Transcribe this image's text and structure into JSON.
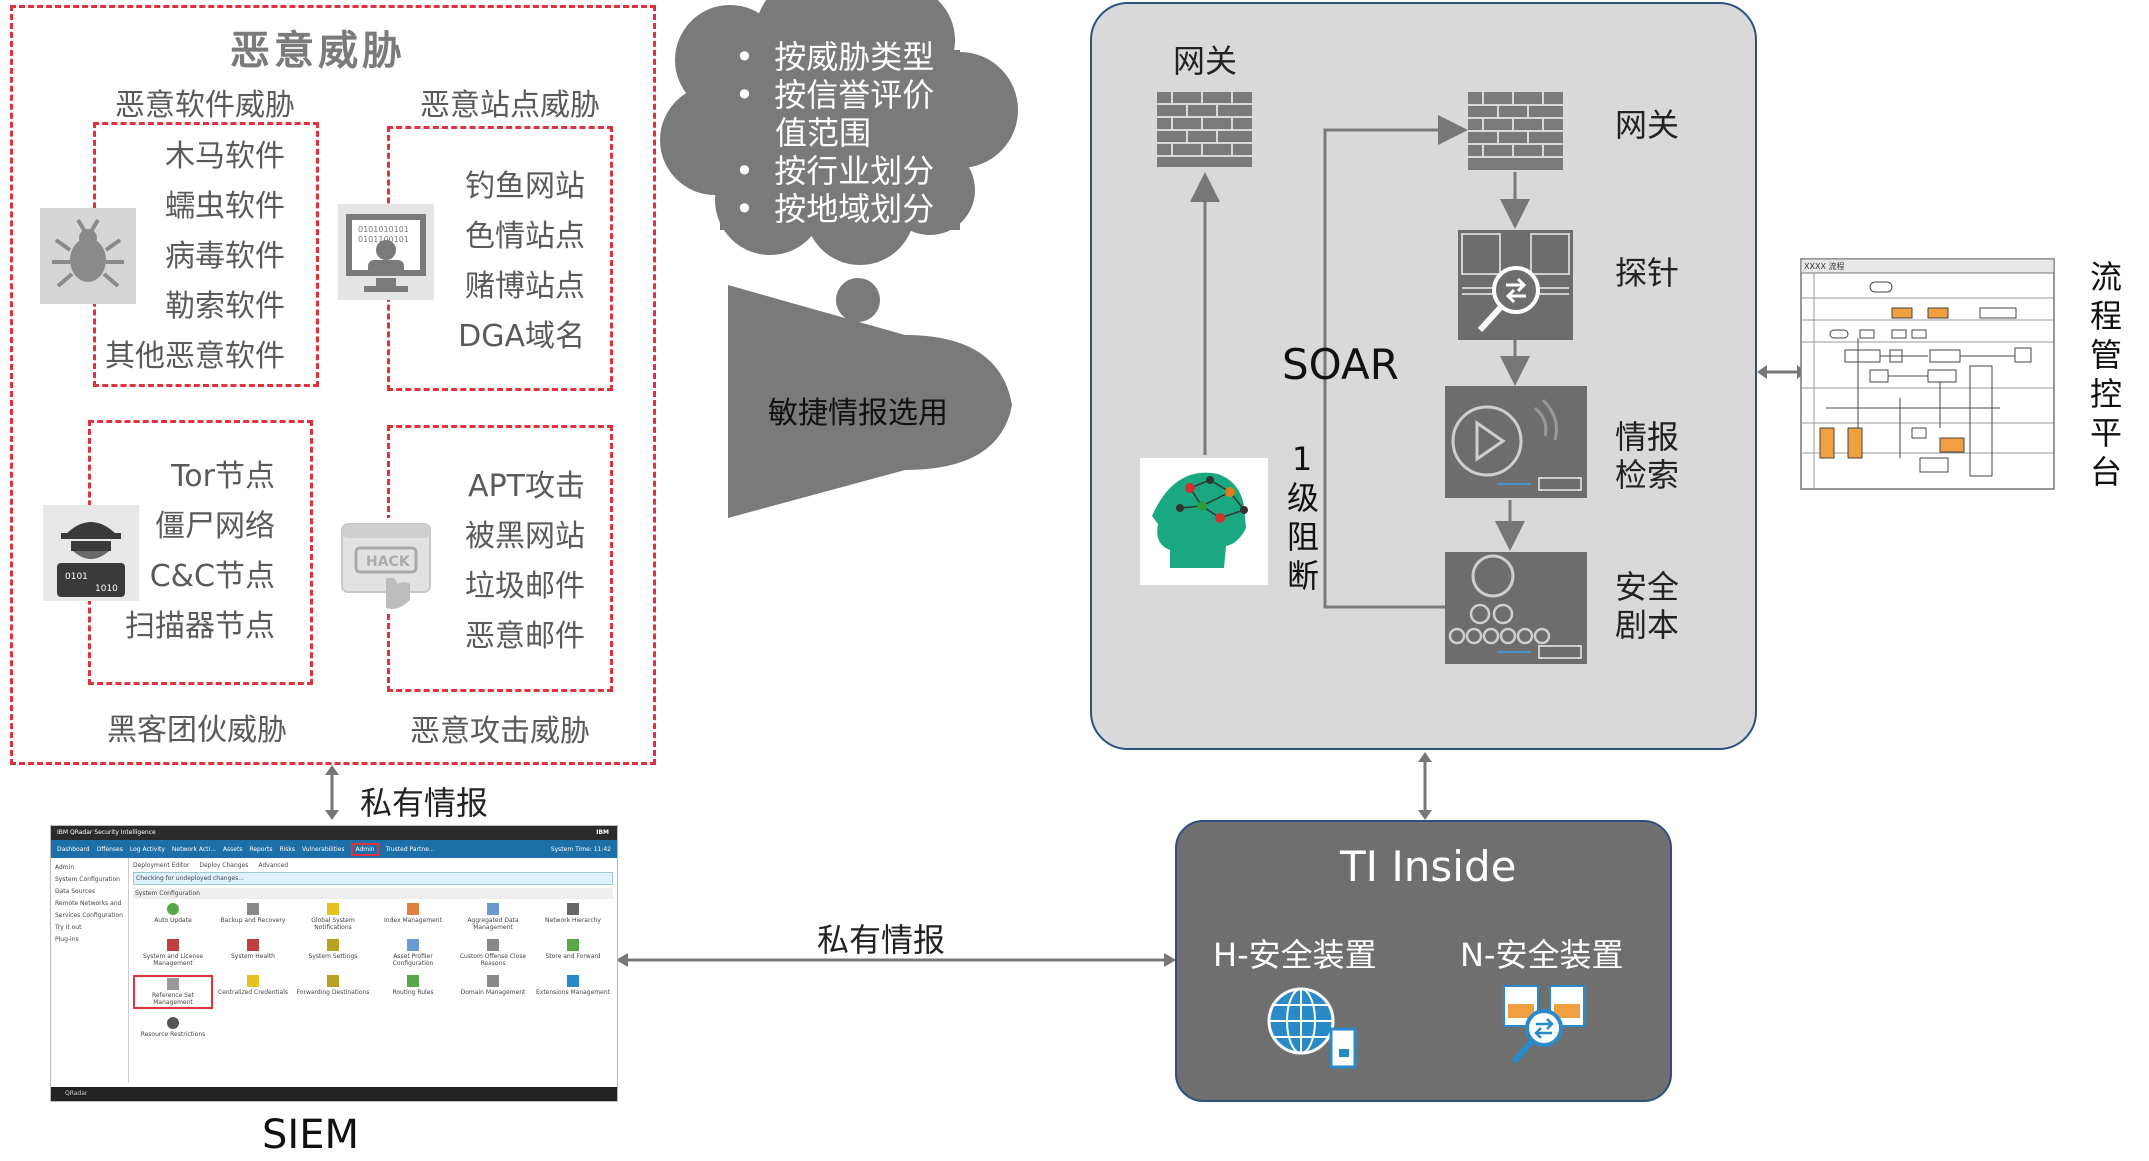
{
  "threats": {
    "title": "恶意威胁",
    "groups": [
      {
        "label": "恶意软件威胁",
        "items": [
          "木马软件",
          "蠕虫软件",
          "病毒软件",
          "勒索软件",
          "其他恶意软件"
        ],
        "icon": "bug-icon"
      },
      {
        "label": "恶意站点威胁",
        "items": [
          "钓鱼网站",
          "色情站点",
          "赌博站点",
          "DGA域名"
        ],
        "icon": "hacker-monitor-icon"
      },
      {
        "label": "黑客团伙威胁",
        "items": [
          "Tor节点",
          "僵尸网络",
          "C&C节点",
          "扫描器节点"
        ],
        "icon": "spy-hacker-icon"
      },
      {
        "label": "恶意攻击威胁",
        "items": [
          "APT攻击",
          "被黑网站",
          "垃圾邮件",
          "恶意邮件"
        ],
        "icon": "hack-browser-icon"
      }
    ]
  },
  "funnel": {
    "cloud_items": [
      "按威胁类型",
      "按信誉评价",
      "值范围",
      "按行业划分",
      "按地域划分"
    ],
    "label": "敏捷情报选用"
  },
  "soar": {
    "label": "SOAR",
    "gateway_left": "网关",
    "block_label": [
      "1",
      "级",
      "阻",
      "断"
    ],
    "chain": [
      {
        "label": "网关",
        "icon": "firewall-icon"
      },
      {
        "label": "探针",
        "icon": "probe-icon"
      },
      {
        "label": "情报\n检索",
        "icon": "play-icon"
      },
      {
        "label": "安全\n剧本",
        "icon": "playbook-icon"
      }
    ]
  },
  "process": {
    "label": [
      "流",
      "程",
      "管",
      "控",
      "平",
      "台"
    ],
    "header": "XXXX 流程"
  },
  "siem": {
    "private_intel_top": "私有情报",
    "private_intel_mid": "私有情报",
    "label": "SIEM",
    "app_title": "IBM QRadar Security Intelligence",
    "app_brand": "IBM",
    "tabs": [
      "Dashboard",
      "Offenses",
      "Log Activity",
      "Network Acti...",
      "Assets",
      "Reports",
      "Risks",
      "Vulnerabilities",
      "Admin",
      "Trusted Partne..."
    ],
    "system_time": "System Time: 11:42",
    "sidebar": [
      "Admin",
      "System Configuration",
      "Data Sources",
      "Remote Networks and Services Configuration",
      "Try it out",
      "Plug-ins"
    ],
    "toolbar": [
      "Deployment Editor",
      "Deploy Changes",
      "Advanced"
    ],
    "notice": "Checking for undeployed changes...",
    "section": "System Configuration",
    "grid": [
      "Auto Update",
      "Backup and Recovery",
      "Global System Notifications",
      "Index Management",
      "Aggregated Data Management",
      "Network Hierarchy",
      "System and License Management",
      "System Health",
      "System Settings",
      "Asset Profiler Configuration",
      "Custom Offense Close Reasons",
      "Store and Forward",
      "Reference Set Management",
      "Centralized Credentials",
      "Forwarding Destinations",
      "Routing Rules",
      "Domain Management",
      "Extensions Management",
      "Resource Restrictions"
    ],
    "footer": "QRadar"
  },
  "ti": {
    "title": "TI Inside",
    "h_label": "H-安全装置",
    "n_label": "N-安全装置"
  }
}
